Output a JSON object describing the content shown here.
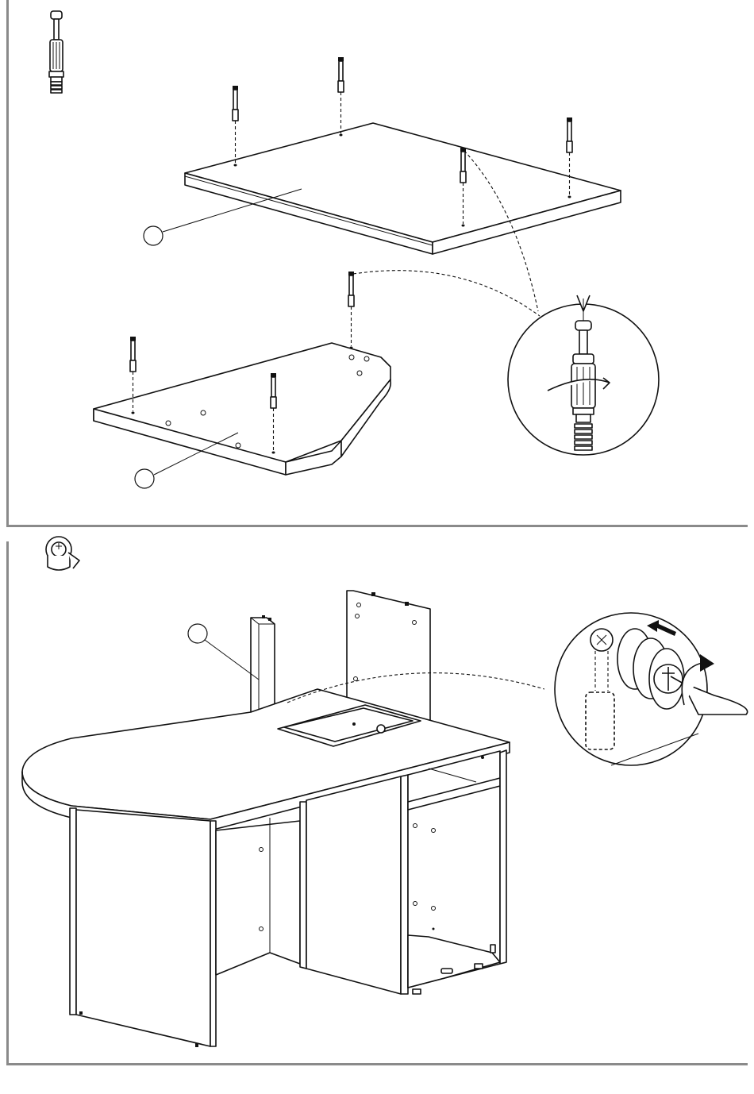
{
  "steps": [
    {
      "id": "step-top",
      "hardware_icon": "cam-bolt-icon",
      "callouts": [
        "",
        ""
      ],
      "detail": "screwdriver-tightening-bolt-detail"
    },
    {
      "id": "step-bottom",
      "hardware_icon": "cam-lock-icon",
      "callouts": [
        ""
      ],
      "detail": "cam-lock-rotation-detail"
    }
  ],
  "colors": {
    "line": "#111111",
    "frame": "#8a8a8a",
    "background": "#ffffff"
  }
}
